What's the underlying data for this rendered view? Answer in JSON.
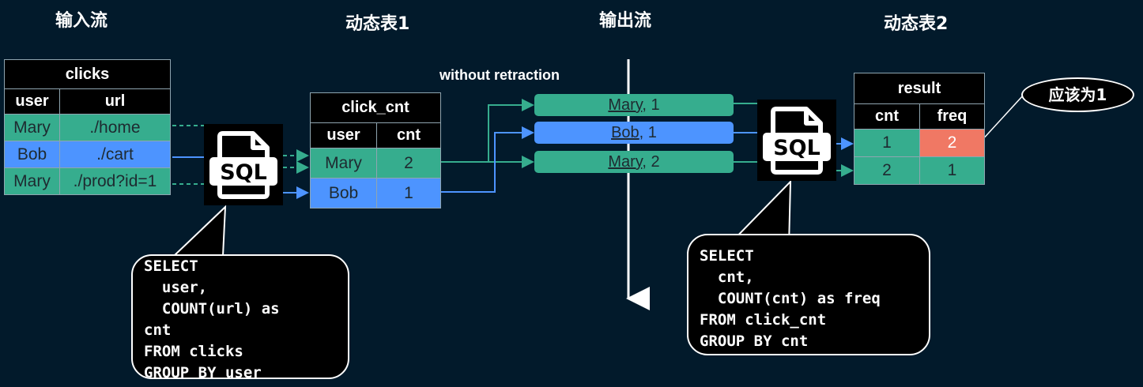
{
  "headings": {
    "input_stream": "输入流",
    "dynamic_table_1": "动态表1",
    "output_stream": "输出流",
    "dynamic_table_2": "动态表2"
  },
  "clicks": {
    "title": "clicks",
    "columns": [
      "user",
      "url"
    ],
    "rows": [
      {
        "user": "Mary",
        "url": "./home",
        "color": "#36ad8e"
      },
      {
        "user": "Bob",
        "url": "./cart",
        "color": "#4d94ff"
      },
      {
        "user": "Mary",
        "url": "./prod?id=1",
        "color": "#36ad8e"
      }
    ]
  },
  "click_cnt": {
    "title": "click_cnt",
    "columns": [
      "user",
      "cnt"
    ],
    "rows": [
      {
        "user": "Mary",
        "cnt": "2",
        "color": "#36ad8e"
      },
      {
        "user": "Bob",
        "cnt": "1",
        "color": "#4d94ff"
      }
    ]
  },
  "result": {
    "title": "result",
    "columns": [
      "cnt",
      "freq"
    ],
    "rows": [
      {
        "cnt": "1",
        "freq": "2",
        "freq_highlight": "#f07864"
      },
      {
        "cnt": "2",
        "freq": "1"
      }
    ]
  },
  "sql_icon_label": "SQL",
  "query1": {
    "lines": [
      "SELECT",
      "  user,",
      "  COUNT(url) as",
      "cnt",
      "FROM clicks",
      "GROUP BY user"
    ]
  },
  "query2": {
    "lines": [
      "SELECT",
      "  cnt,",
      "  COUNT(cnt) as freq",
      "FROM click_cnt",
      "GROUP BY cnt"
    ]
  },
  "output_note": "without retraction",
  "stream_items": [
    {
      "name": "Mary",
      "value": ", 1",
      "color": "#36ad8e"
    },
    {
      "name": "Bob",
      "value": ", 1",
      "color": "#4d94ff"
    },
    {
      "name": "Mary",
      "value": ", 2",
      "color": "#36ad8e"
    }
  ],
  "annotation": "应该为1",
  "colors": {
    "background": "#021a2b",
    "teal": "#36ad8e",
    "blue": "#4d94ff",
    "salmon": "#f07864"
  }
}
